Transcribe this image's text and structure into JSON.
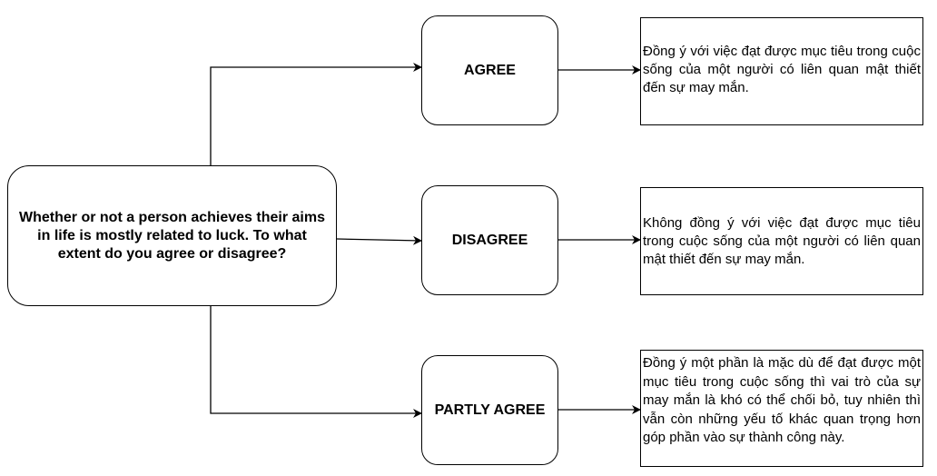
{
  "question": {
    "text": "Whether or not a person achieves their aims in life is mostly related to luck. To what extent do you agree or disagree?"
  },
  "options": {
    "agree": {
      "label": "AGREE",
      "detail": "Đồng ý với việc đạt được mục tiêu trong cuộc sống của một người có liên quan mật thiết đến sự may mắn."
    },
    "disagree": {
      "label": "DISAGREE",
      "detail": "Không đồng ý với việc đạt được mục tiêu trong cuộc sống của một người có liên quan mật thiết đến sự may mắn."
    },
    "partly": {
      "label": "PARTLY AGREE",
      "detail": "Đồng ý một phần là mặc dù để đạt được một mục tiêu trong cuộc sống thì vai trò của sự may mắn là khó có thể chối bỏ, tuy nhiên thì vẫn còn những yếu tố khác quan trọng hơn góp phần vào sự thành công này."
    }
  },
  "colors": {
    "stroke": "#000000",
    "fill": "#ffffff"
  }
}
